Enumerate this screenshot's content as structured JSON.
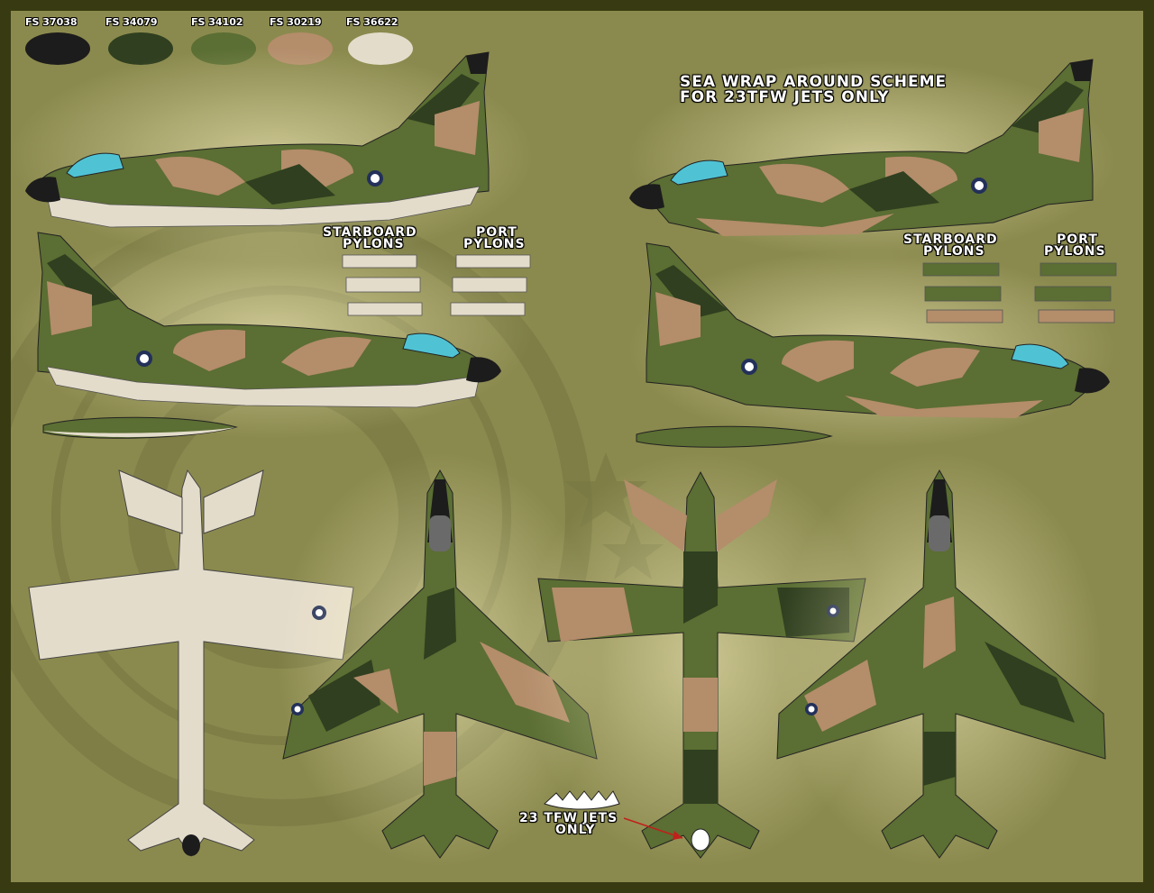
{
  "swatches": [
    {
      "label": "FS 37038",
      "color": "#1c1c1c"
    },
    {
      "label": "FS 34079",
      "color": "#2f3f1f"
    },
    {
      "label": "FS 34102",
      "color": "#5b6e33"
    },
    {
      "label": "FS 30219",
      "color": "#b48d6b"
    },
    {
      "label": "FS 36622",
      "color": "#e4dccb"
    }
  ],
  "scheme_title_line1": "SEA WRAP AROUND SCHEME",
  "scheme_title_line2": "FOR 23TFW JETS ONLY",
  "left_pylons": {
    "starboard_1": "STARBOARD",
    "starboard_2": "PYLONS",
    "port_1": "PORT",
    "port_2": "PYLONS"
  },
  "right_pylons": {
    "starboard_1": "STARBOARD",
    "starboard_2": "PYLONS",
    "port_1": "PORT",
    "port_2": "PYLONS"
  },
  "callout_line1": "23 TFW JETS",
  "callout_line2": "ONLY",
  "colors": {
    "background": "#8b8a4e",
    "frame": "#383b12",
    "dark_green": "#2f3f1f",
    "medium_green": "#5b6e33",
    "tan": "#b48d6b",
    "light_gull": "#e4dccb",
    "black": "#1c1c1c",
    "canopy": "#4fc3d4",
    "watermark": "#7a7a42"
  }
}
